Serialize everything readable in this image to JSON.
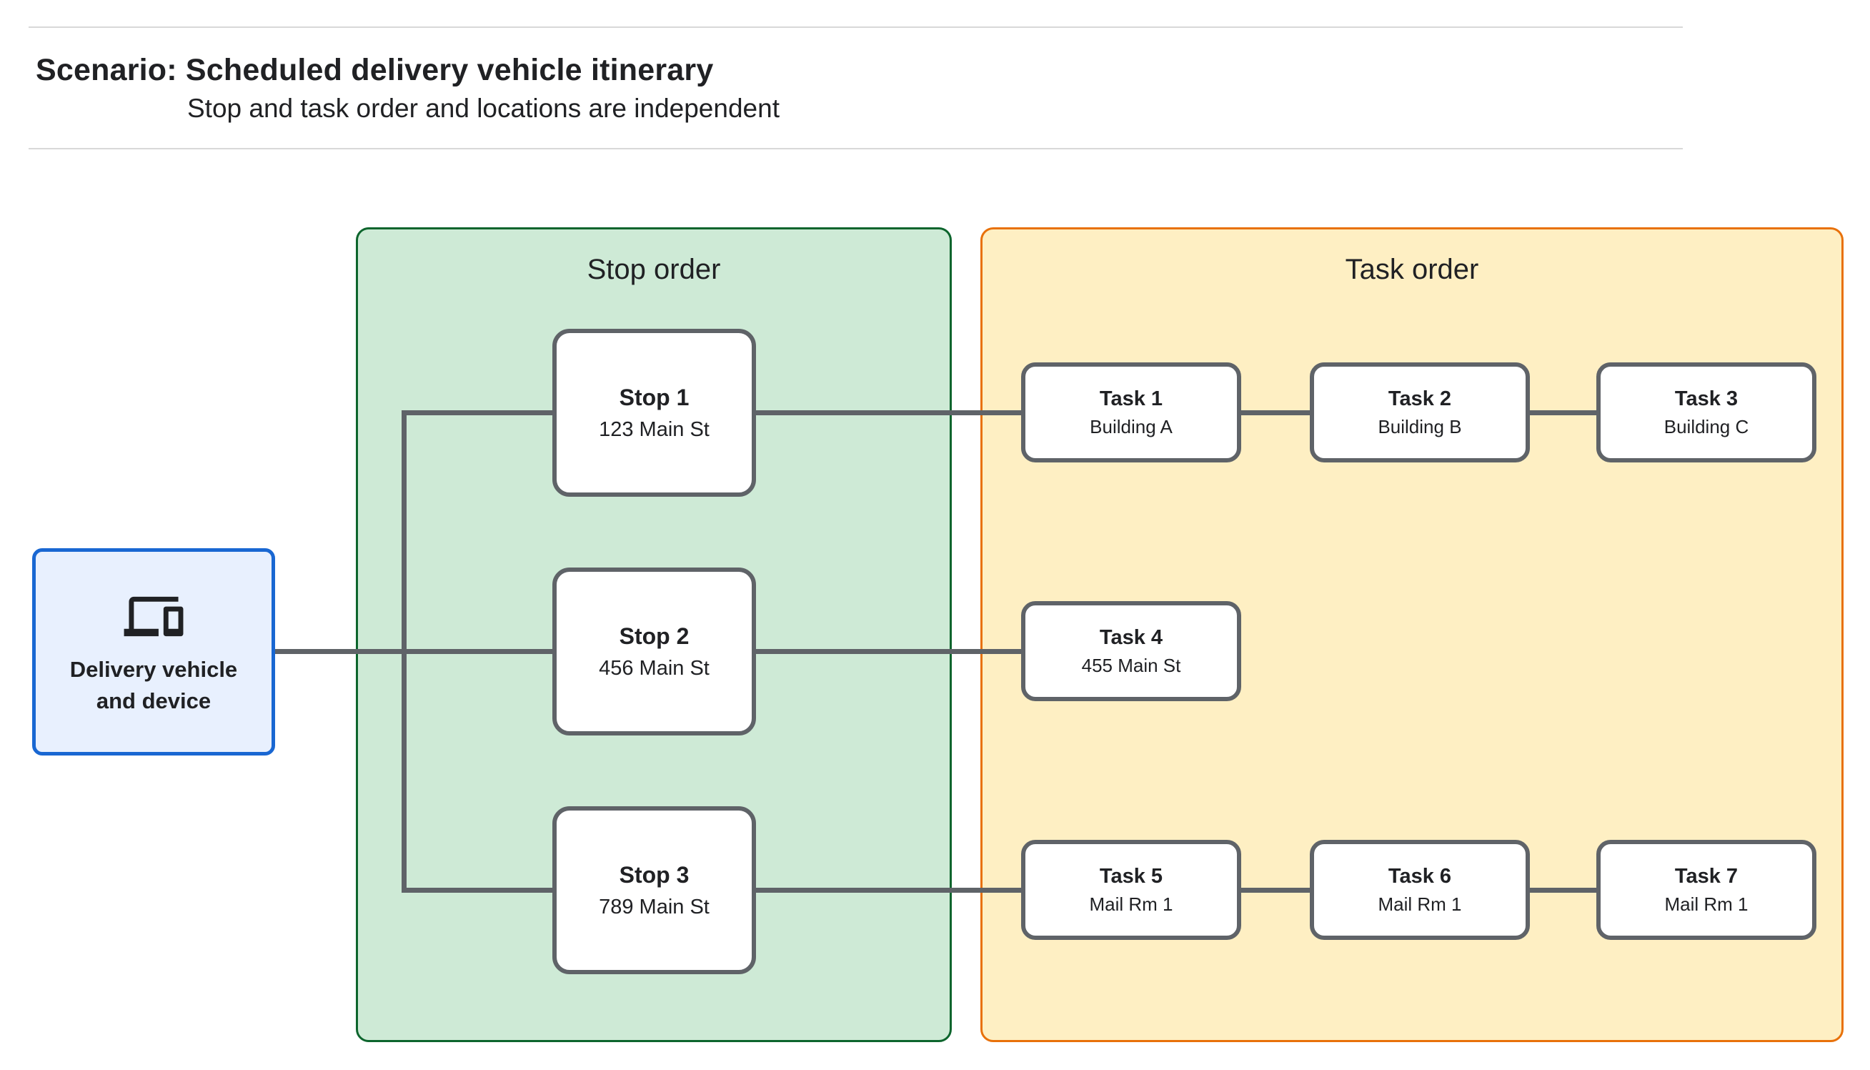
{
  "header": {
    "title": "Scenario: Scheduled delivery vehicle itinerary",
    "subtitle": "Stop and task order and locations are independent"
  },
  "vehicle": {
    "label": "Delivery vehicle and device",
    "icon": "devices-icon"
  },
  "panels": {
    "stop_order": {
      "title": "Stop order",
      "fill": "#CEEAD6",
      "border": "#0D652D"
    },
    "task_order": {
      "title": "Task order",
      "fill": "#FEEFC3",
      "border": "#E8710A"
    }
  },
  "stops": [
    {
      "title": "Stop 1",
      "subtitle": "123 Main St"
    },
    {
      "title": "Stop 2",
      "subtitle": "456 Main St"
    },
    {
      "title": "Stop 3",
      "subtitle": "789 Main St"
    }
  ],
  "tasks": [
    {
      "title": "Task 1",
      "subtitle": "Building A"
    },
    {
      "title": "Task 2",
      "subtitle": "Building B"
    },
    {
      "title": "Task 3",
      "subtitle": "Building C"
    },
    {
      "title": "Task 4",
      "subtitle": "455 Main St"
    },
    {
      "title": "Task 5",
      "subtitle": "Mail Rm 1"
    },
    {
      "title": "Task 6",
      "subtitle": "Mail Rm 1"
    },
    {
      "title": "Task 7",
      "subtitle": "Mail Rm 1"
    }
  ],
  "colors": {
    "text": "#202124",
    "divider": "#D8D8D8",
    "vehicle_fill": "#E8F0FE",
    "vehicle_border": "#1967D2",
    "node_border": "#5F6368",
    "connector": "#5F6368"
  }
}
